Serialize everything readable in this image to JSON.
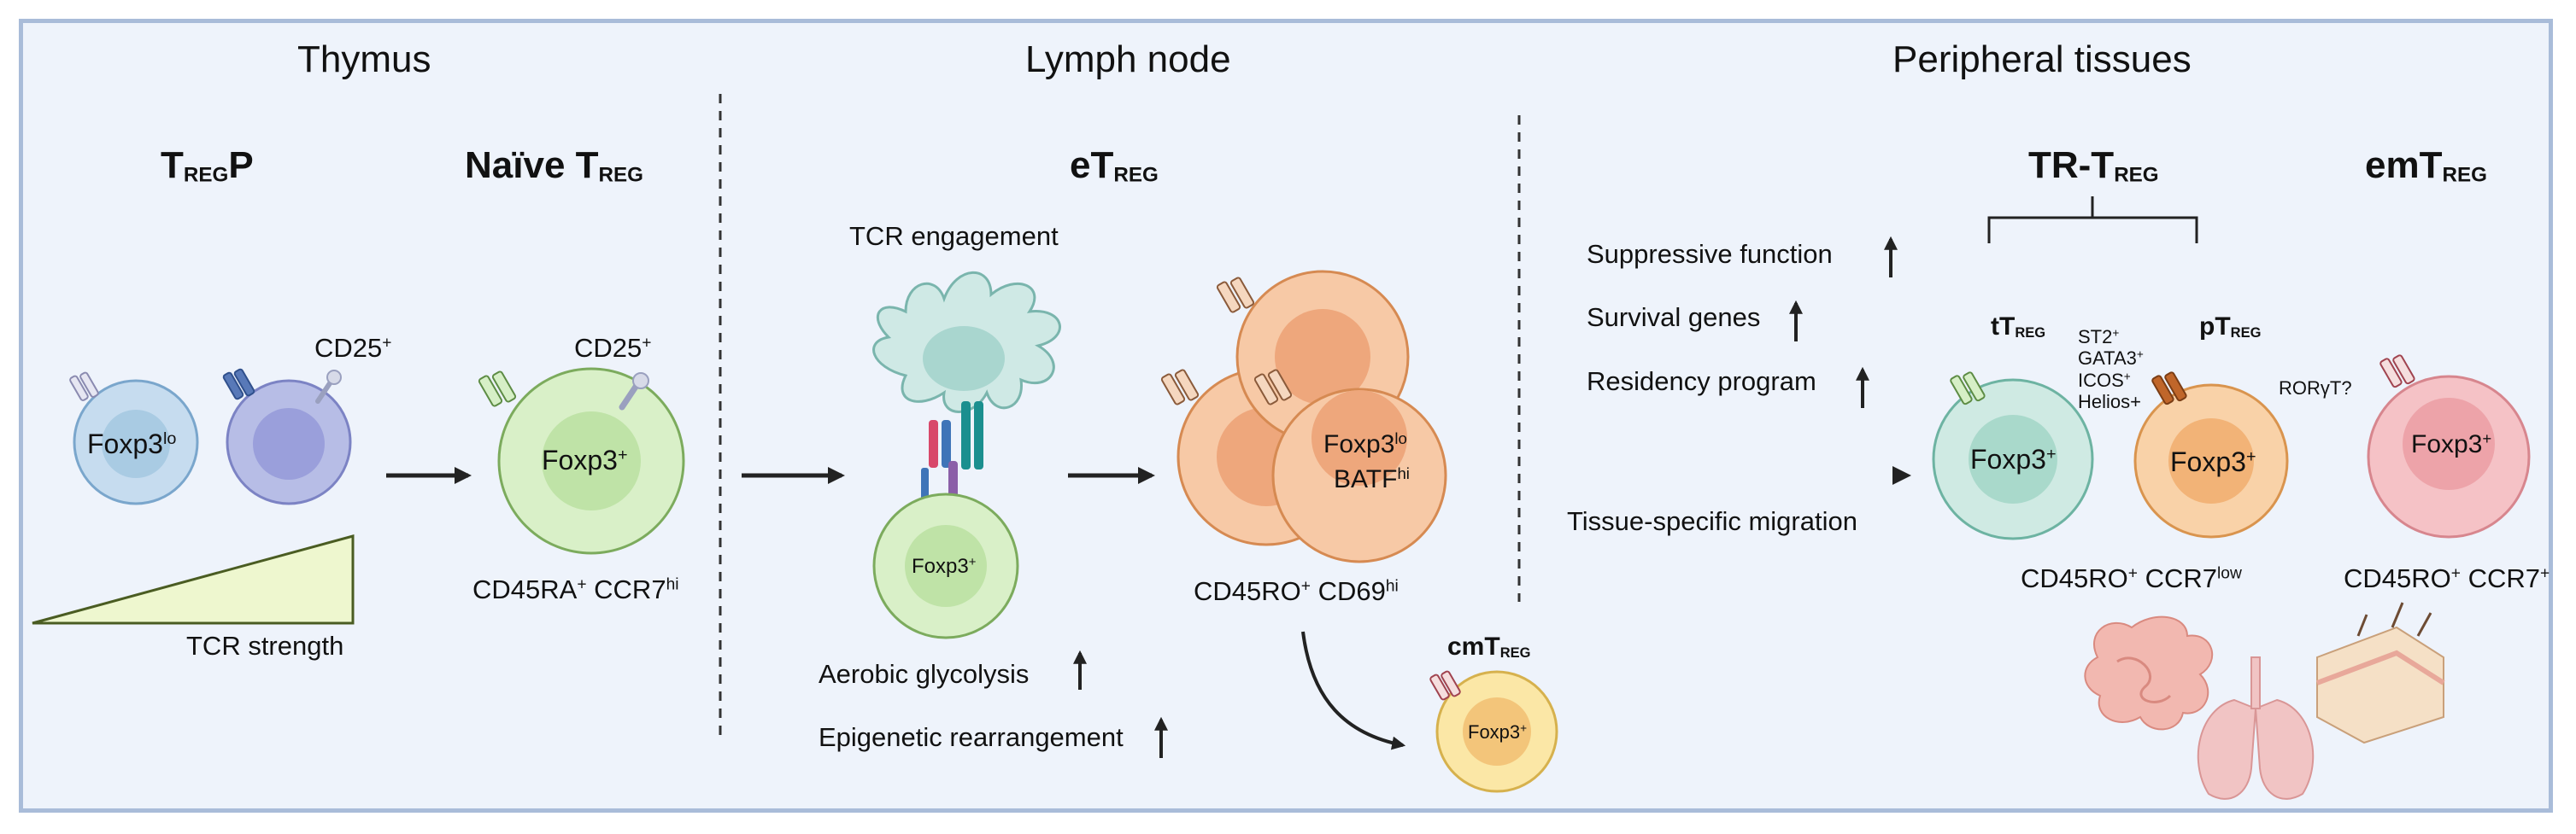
{
  "sections": {
    "thymus": "Thymus",
    "lymph_node": "Lymph node",
    "peripheral": "Peripheral tissues"
  },
  "cells": {
    "treg_p": {
      "main": "T",
      "sub": "REG",
      "tail": "P"
    },
    "naive_treg": {
      "main": "Naïve T",
      "sub": "REG"
    },
    "etreg": {
      "main": "eT",
      "sub": "REG"
    },
    "tr_treg": {
      "main": "TR-T",
      "sub": "REG"
    },
    "emtreg": {
      "main": "emT",
      "sub": "REG"
    },
    "cmtreg": {
      "main": "cmT",
      "sub": "REG"
    },
    "ttreg": {
      "main": "tT",
      "sub": "REG"
    },
    "ptreg": {
      "main": "pT",
      "sub": "REG"
    }
  },
  "labels": {
    "cd25_a": {
      "base": "CD25",
      "sup": "+"
    },
    "cd25_b": {
      "base": "CD25",
      "sup": "+"
    },
    "foxp3_lo": {
      "base": "Foxp3",
      "sup": "lo"
    },
    "foxp3_naive": {
      "base": "Foxp3",
      "sup": "+"
    },
    "foxp3_apc": {
      "base": "Foxp3",
      "sup": "+"
    },
    "foxp3_etreg": {
      "base": "Foxp3",
      "sup": "lo"
    },
    "batf_etreg": {
      "base": "BATF",
      "sup": "hi"
    },
    "foxp3_cm": {
      "base": "Foxp3",
      "sup": "+"
    },
    "foxp3_tt": {
      "base": "Foxp3",
      "sup": "+"
    },
    "foxp3_pt": {
      "base": "Foxp3",
      "sup": "+"
    },
    "foxp3_em": {
      "base": "Foxp3",
      "sup": "+"
    },
    "tcr_strength": "TCR strength",
    "tcr_engagement": "TCR engagement",
    "aerobic": "Aerobic glycolysis",
    "epigenetic": "Epigenetic rearrangement",
    "suppressive": "Suppressive function",
    "survival": "Survival genes",
    "residency": "Residency program",
    "migration": "Tissue-specific migration",
    "naive_markers": {
      "a": "CD45RA",
      "a_sup": "+",
      "b": " CCR7",
      "b_sup": "hi"
    },
    "etreg_markers": {
      "a": "CD45RO",
      "a_sup": "+",
      "b": " CD69",
      "b_sup": "hi"
    },
    "trt_markers": {
      "a": "CD45RO",
      "a_sup": "+",
      "b": " CCR7",
      "b_sup": "low"
    },
    "em_markers": {
      "a": "CD45RO",
      "a_sup": "+",
      "b": " CCR7",
      "b_sup": "+"
    },
    "ttreg_markers": [
      {
        "base": "ST2",
        "sup": "+"
      },
      {
        "base": "GATA3",
        "sup": "+"
      },
      {
        "base": "ICOS",
        "sup": "+"
      },
      {
        "base": "Helios+",
        "sup": ""
      }
    ],
    "rorgt": "RORγT?"
  },
  "colors": {
    "panel_bg": "#eef3fb",
    "panel_border": "#a9bcd9",
    "blue_cell": "#c6dcef",
    "purple_cell": "#b7bde6",
    "green_cell": "#d9f0c8",
    "orange_cell": "#f7c9a6",
    "yellow_cell": "#fbe7a6",
    "teal_cell": "#cfeae3",
    "pink_cell": "#f5bcc0"
  }
}
